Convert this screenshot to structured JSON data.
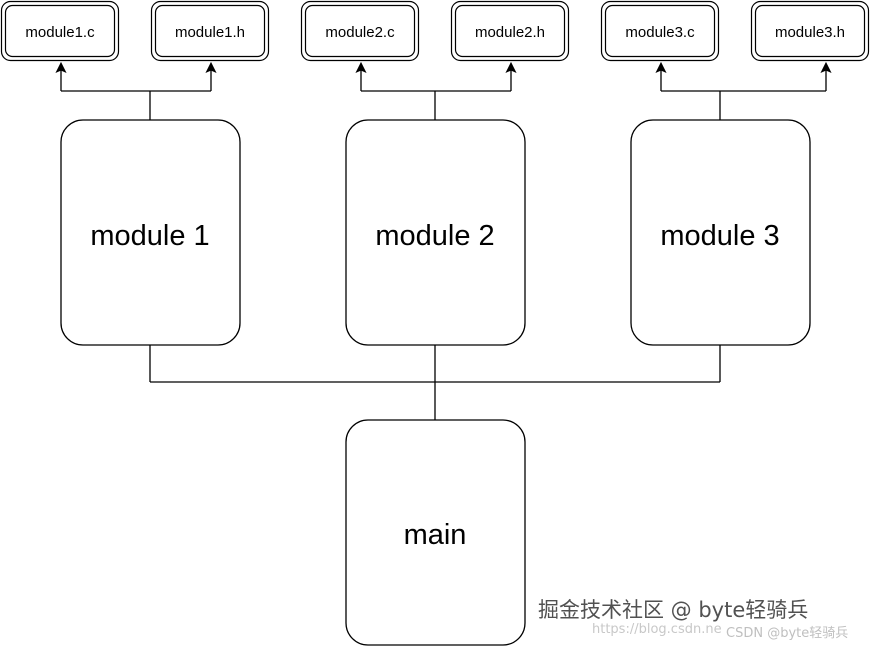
{
  "diagram": {
    "modules": [
      {
        "label": "module 1",
        "files": [
          "module1.c",
          "module1.h"
        ]
      },
      {
        "label": "module 2",
        "files": [
          "module2.c",
          "module2.h"
        ]
      },
      {
        "label": "module 3",
        "files": [
          "module3.c",
          "module3.h"
        ]
      }
    ],
    "main": {
      "label": "main"
    }
  },
  "watermark": {
    "main": "掘金技术社区 @ byte轻骑兵",
    "url": "https://blog.csdn.ne",
    "sub": "CSDN @byte轻骑兵"
  }
}
